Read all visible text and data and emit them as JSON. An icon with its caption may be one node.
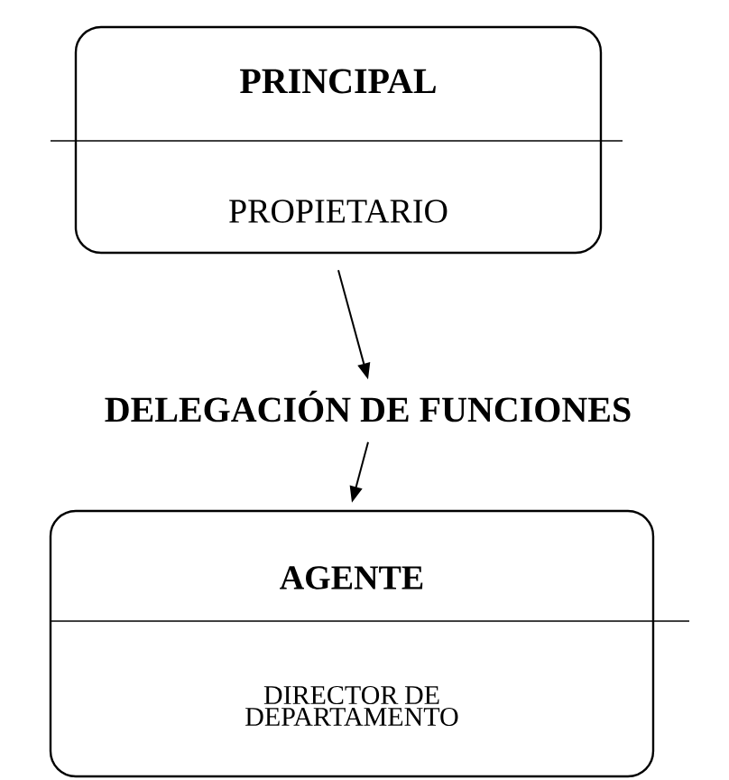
{
  "diagram": {
    "nodes": [
      {
        "text": [
          "PRINCIPAL",
          "PROPIETARIO"
        ]
      },
      {
        "text": [
          "DELEGACIÓN DE FUNCIONES"
        ]
      },
      {
        "text": [
          "AGENTE",
          "DIRECTOR DE DEPARTAMENTO"
        ]
      }
    ],
    "edges": [
      {
        "from": 0,
        "to": 1,
        "arrow": "to"
      },
      {
        "from": 1,
        "to": 2,
        "arrow": "to"
      }
    ]
  }
}
